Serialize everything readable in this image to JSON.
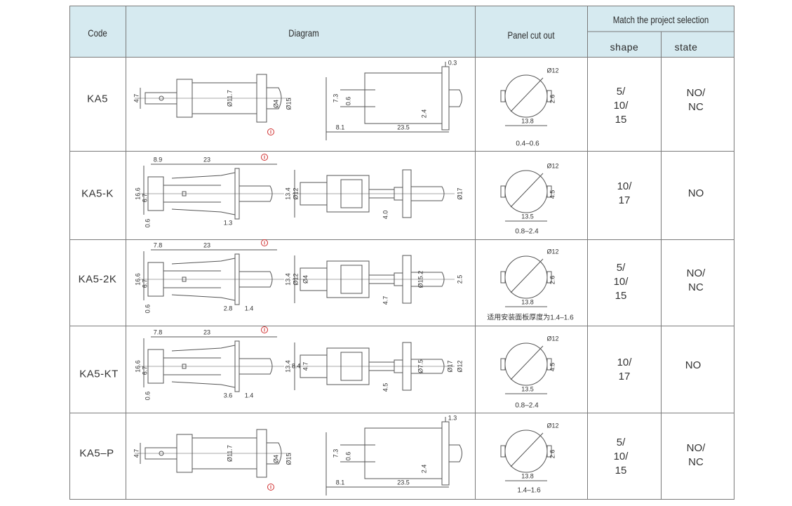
{
  "header": {
    "code": "Code",
    "diagram": "Diagram",
    "panel_cutout": "Panel cut out",
    "match": "Match the project selection",
    "shape": "shape",
    "state": "state"
  },
  "colors": {
    "header_bg": "#d6eaf0",
    "border": "#7a7a7a",
    "line": "#555555",
    "red": "#d03030"
  },
  "rows": [
    {
      "code": "KA5",
      "shape": "5/\n10/\n15",
      "state": "NO/\nNC",
      "thickness": "0.4–0.6",
      "cut": {
        "dia": "Ø12",
        "h": "2.6",
        "w": "13.8"
      },
      "left": {
        "dims": [
          "4.7",
          "Ø11.7",
          "Ø4",
          "Ø15"
        ]
      },
      "right": {
        "dims": [
          "0.3",
          "7.3",
          "0.6",
          "2.4",
          "8.1",
          "23.5"
        ]
      }
    },
    {
      "code": "KA5-K",
      "shape": "10/\n17",
      "state": "NO",
      "thickness": "0.8–2.4",
      "cut": {
        "dia": "Ø12",
        "h": "4.5",
        "w": "13.5"
      },
      "left": {
        "dims": [
          "8.9",
          "23",
          "16.6",
          "6.7",
          "0.6",
          "1.3",
          "13.4"
        ]
      },
      "right": {
        "dims": [
          "Ø12",
          "4.0",
          "Ø17"
        ]
      }
    },
    {
      "code": "KA5-2K",
      "shape": "5/\n10/\n15",
      "state": "NO/\nNC",
      "thickness": "适用安装面板厚度为1.4–1.6",
      "cut": {
        "dia": "Ø12",
        "h": "2.6",
        "w": "13.8"
      },
      "left": {
        "dims": [
          "7.8",
          "23",
          "16.6",
          "6.7",
          "0.6",
          "2.8",
          "1.4",
          "13.4"
        ]
      },
      "right": {
        "dims": [
          "Ø12",
          "4.7",
          "2.5",
          "Ø4",
          "Ø15.2"
        ]
      }
    },
    {
      "code": "KA5-KT",
      "shape": "10/\n17",
      "state": "NO",
      "thickness": "0.8–2.4",
      "cut": {
        "dia": "Ø12",
        "h": "4.5",
        "w": "13.5"
      },
      "left": {
        "dims": [
          "7.8",
          "23",
          "16.6",
          "6.7",
          "0.6",
          "3.6",
          "1.4",
          "13.4"
        ]
      },
      "right": {
        "dims": [
          "8.4",
          "4.5",
          "Ø12",
          "4.7",
          "Ø7.5",
          "Ø17"
        ]
      }
    },
    {
      "code": "KA5–P",
      "shape": "5/\n10/\n15",
      "state": "NO/\nNC",
      "thickness": "1.4–1.6",
      "cut": {
        "dia": "Ø12",
        "h": "2.6",
        "w": "13.8"
      },
      "left": {
        "dims": [
          "4.7",
          "Ø11.7",
          "Ø4",
          "Ø15"
        ]
      },
      "right": {
        "dims": [
          "1.3",
          "7.3",
          "0.6",
          "2.4",
          "8.1",
          "23.5"
        ]
      }
    }
  ]
}
